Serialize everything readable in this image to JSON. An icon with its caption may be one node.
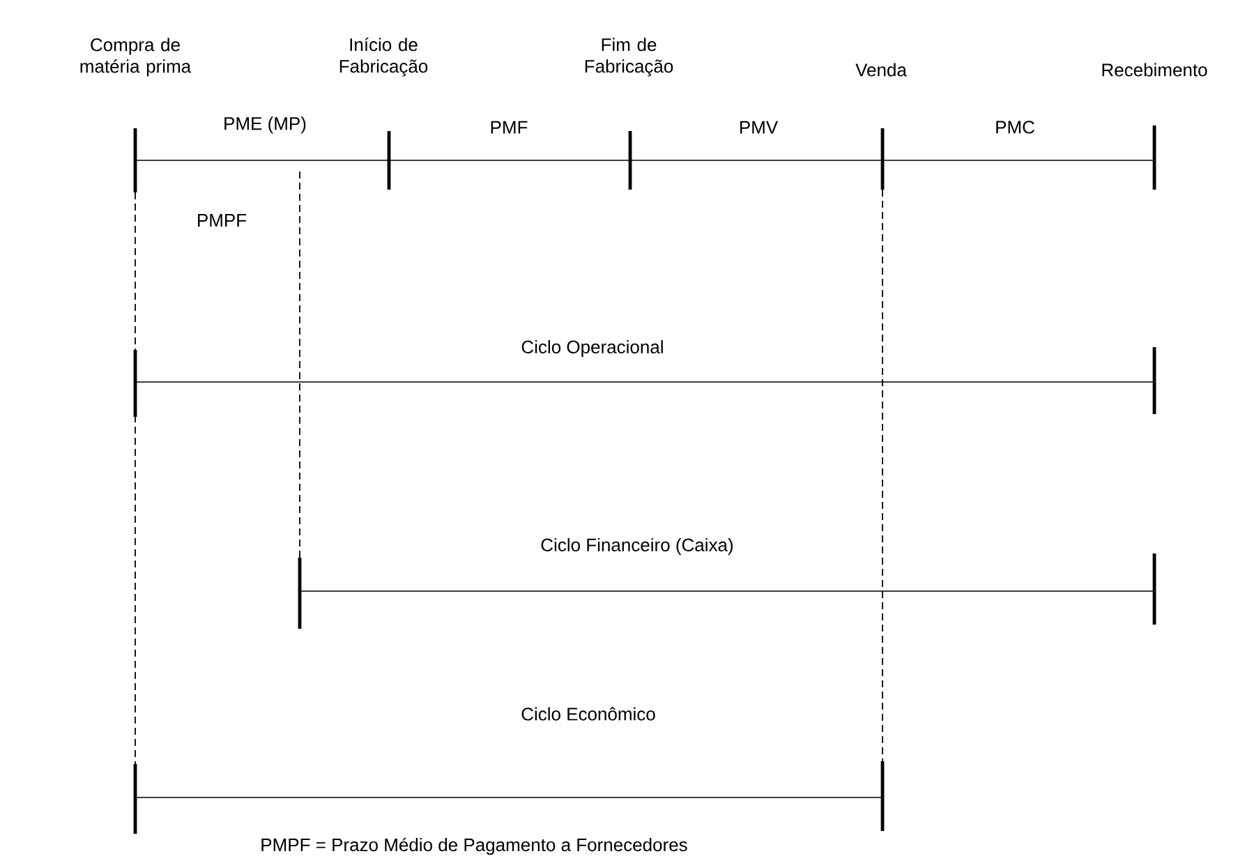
{
  "diagram": {
    "labels": [
      "Compra de matéria prima",
      "Início de Fabricação",
      "Fim de Fabricação",
      "Venda",
      "Recebimento",
      "PME (MP)",
      "PMF",
      "PMV",
      "PMC",
      "PMPF",
      "Ciclo Operacional",
      "Ciclo Financeiro (Caixa)",
      "Ciclo Econômico",
      "PMPF = Prazo Médio de Pagamento a Fornecedores"
    ]
  }
}
